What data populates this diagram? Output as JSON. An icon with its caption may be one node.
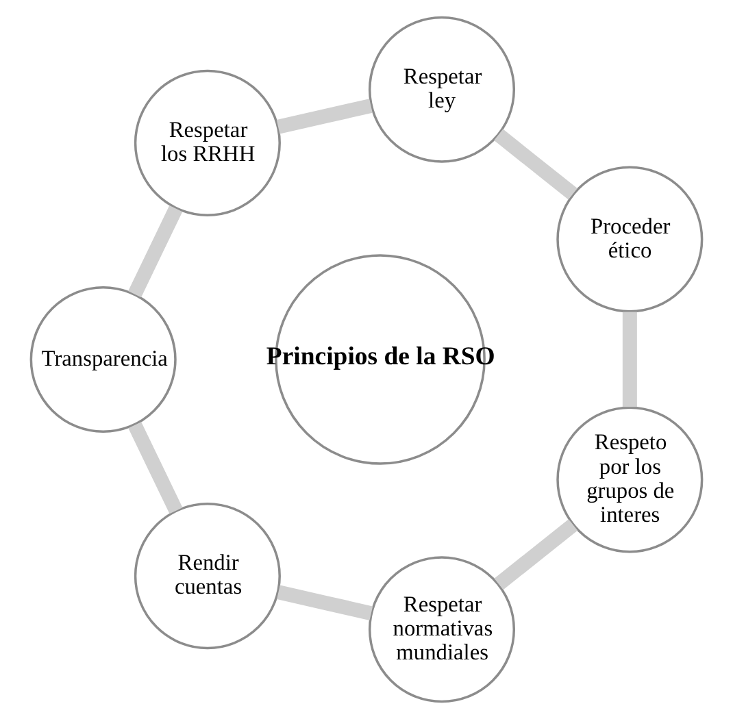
{
  "diagram": {
    "nodes": [
      {
        "text": [
          "Proceder ético"
        ]
      },
      {
        "text": [
          "Respetar ley"
        ]
      },
      {
        "text": [
          "Respetar los RRHH"
        ]
      },
      {
        "text": [
          "Transparencia"
        ]
      },
      {
        "text": [
          "Rendir cuentas"
        ]
      },
      {
        "text": [
          "Respetar normativas mundiales"
        ]
      },
      {
        "text": [
          "Respeto por los grupos de interes"
        ]
      },
      {
        "text": [
          "Principios de la RSO"
        ]
      }
    ],
    "edges": [
      {
        "from": 0,
        "to": 1,
        "arrow": "none"
      },
      {
        "from": 1,
        "to": 2,
        "arrow": "none"
      },
      {
        "from": 2,
        "to": 3,
        "arrow": "none"
      },
      {
        "from": 3,
        "to": 4,
        "arrow": "none"
      },
      {
        "from": 4,
        "to": 5,
        "arrow": "none"
      },
      {
        "from": 5,
        "to": 6,
        "arrow": "none"
      },
      {
        "from": 6,
        "to": 0,
        "arrow": "none"
      }
    ]
  }
}
